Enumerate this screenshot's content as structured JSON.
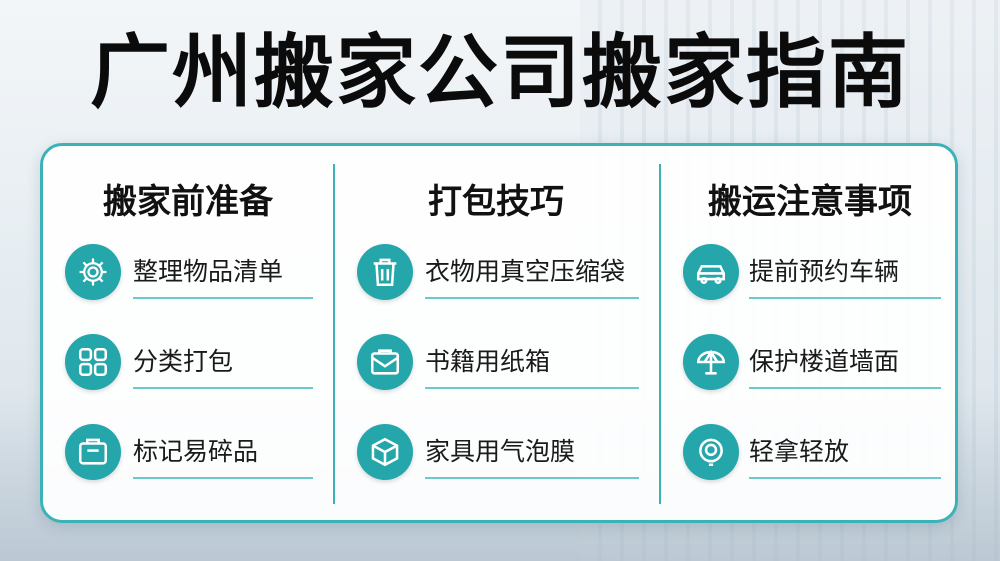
{
  "title": "广州搬家公司搬家指南",
  "columns": [
    {
      "heading": "搬家前准备",
      "items": [
        {
          "label": "整理物品清单",
          "icon": "gear-icon"
        },
        {
          "label": "分类打包",
          "icon": "grid-icon"
        },
        {
          "label": "标记易碎品",
          "icon": "box-label-icon"
        }
      ]
    },
    {
      "heading": "打包技巧",
      "items": [
        {
          "label": "衣物用真空压缩袋",
          "icon": "trash-bag-icon"
        },
        {
          "label": "书籍用纸箱",
          "icon": "carton-icon"
        },
        {
          "label": "家具用气泡膜",
          "icon": "cube-icon"
        }
      ]
    },
    {
      "heading": "搬运注意事项",
      "items": [
        {
          "label": "提前预约车辆",
          "icon": "car-icon"
        },
        {
          "label": "保护楼道墙面",
          "icon": "umbrella-icon"
        },
        {
          "label": "轻拿轻放",
          "icon": "bulb-icon"
        }
      ]
    }
  ],
  "colors": {
    "accent": "#25a6aa",
    "border": "#3bb3b6"
  }
}
